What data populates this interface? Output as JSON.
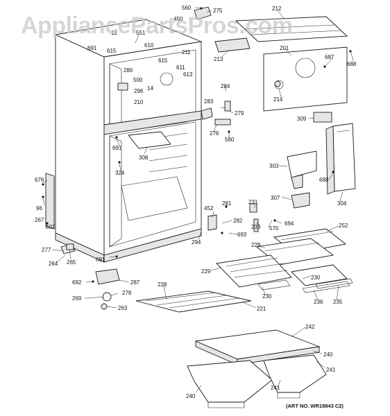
{
  "watermark": "AppliancePartsPros.com",
  "art_number": "(ART NO. WR18843 C2)",
  "callouts": [
    "560",
    "275",
    "212",
    "450",
    "12",
    "551",
    "691",
    "615",
    "610",
    "211",
    "201",
    "687",
    "688",
    "213",
    "615",
    "280",
    "611",
    "613",
    "14",
    "500",
    "296",
    "210",
    "284",
    "283",
    "279",
    "276",
    "560",
    "214",
    "309",
    "691",
    "308",
    "324",
    "303",
    "688",
    "307",
    "304",
    "676",
    "96",
    "267",
    "602",
    "452",
    "281",
    "231",
    "233",
    "570",
    "694",
    "252",
    "294",
    "282",
    "693",
    "277",
    "264",
    "265",
    "691",
    "229",
    "229",
    "692",
    "287",
    "230",
    "278",
    "228",
    "230",
    "269",
    "263",
    "236",
    "235",
    "221",
    "242",
    "240",
    "241",
    "240",
    "241"
  ],
  "icons": [
    "refrigerator-cabinet",
    "shelf",
    "drawer",
    "crisper-cover",
    "hinge",
    "screw"
  ]
}
